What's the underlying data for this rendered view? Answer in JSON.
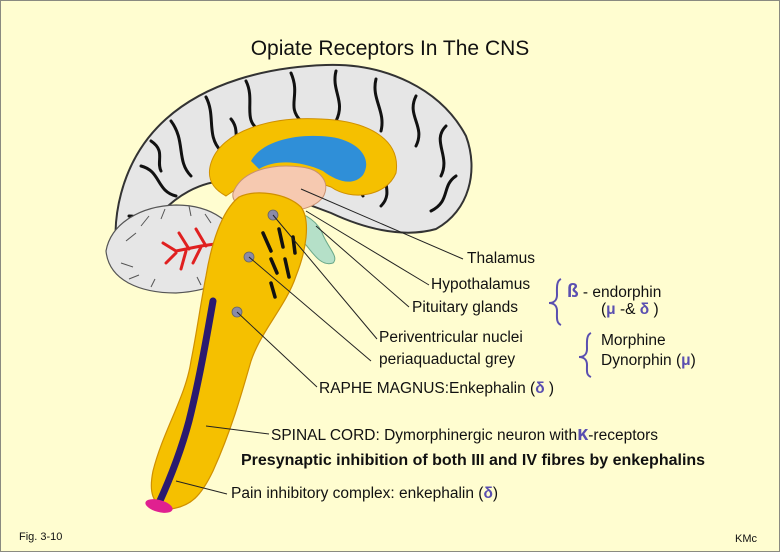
{
  "title": "Opiate Receptors In The CNS",
  "labels": {
    "thalamus": "Thalamus",
    "hypothalamus": "Hypothalamus",
    "pituitary": "Pituitary glands",
    "periventricular": "Periventricular nuclei",
    "periaqueductal": "periaquaductal grey",
    "raphe": "RAPHE MAGNUS:Enkephalin (",
    "raphe_symbol": "δ",
    "raphe_close": " )",
    "spinal": "SPINAL CORD: Dymorphinergic neuron with",
    "spinal_symbol": "κ",
    "spinal_end": "-receptors",
    "pain": "Pain inhibitory complex: enkephalin (",
    "pain_symbol": "δ",
    "pain_close": ")"
  },
  "opioids": {
    "beta_symbol": "ß",
    "beta_text": " - endorphin",
    "beta_receptors_open": "(",
    "mu_symbol": "μ",
    "beta_receptors_mid": " -& ",
    "delta_symbol": "δ",
    "beta_receptors_close": " )",
    "morphine": "Morphine",
    "dynorphin": "Dynorphin (",
    "dynorphin_symbol": "μ",
    "dynorphin_close": ")"
  },
  "statement": "Presynaptic inhibition of both III and IV  fibres by enkephalins",
  "figure_number": "Fig. 3-10",
  "credit": "KMc",
  "colors": {
    "background": "#fffdd0",
    "cortex": "#e6e6e6",
    "brainstem": "#f5c000",
    "ventricle": "#2f8fd8",
    "thalamus": "#f6c9b0",
    "pituitary": "#b5e0c8",
    "cord_tract": "#2a1a70",
    "cord_tip": "#e02090",
    "cerebellum_tree": "#e02020",
    "receptor_symbol": "#5a4fb0"
  }
}
